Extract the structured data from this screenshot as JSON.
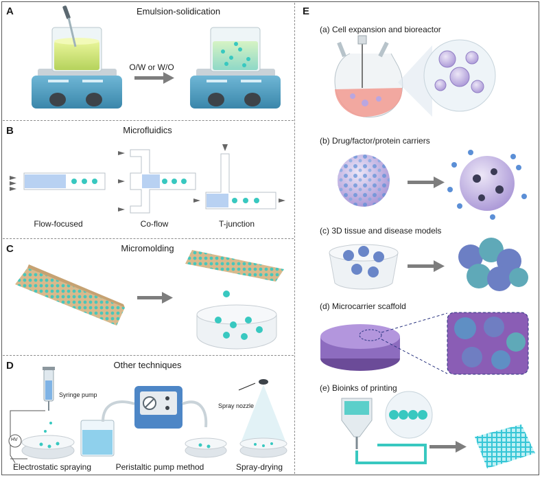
{
  "panels": {
    "A": {
      "letter": "A",
      "title": "Emulsion-solidication",
      "arrow_label": "O/W or W/O"
    },
    "B": {
      "letter": "B",
      "title": "Microfluidics",
      "labels": [
        "Flow-focused",
        "Co-flow",
        "T-junction"
      ]
    },
    "C": {
      "letter": "C",
      "title": "Micromolding"
    },
    "D": {
      "letter": "D",
      "title": "Other techniques",
      "callouts": {
        "syringe": "Syringe pump",
        "nozzle": "Spray nozzle",
        "hv": "HV"
      },
      "labels": [
        "Electrostatic spraying",
        "Peristaltic pump method",
        "Spray-drying"
      ]
    },
    "E": {
      "letter": "E",
      "items": [
        "(a) Cell expansion and bioreactor",
        "(b) Drug/factor/protein carriers",
        "(c) 3D tissue and disease models",
        "(d) Microcarrier scaffold",
        "(e) Bioinks of printing"
      ]
    }
  },
  "colors": {
    "teal": "#38c8c0",
    "lilac": "#b9a6e0",
    "blue": "#5b8fd6",
    "stirrer": "#4e9ec1",
    "pink": "#f08f86",
    "arrow": "#7d7d7d"
  }
}
